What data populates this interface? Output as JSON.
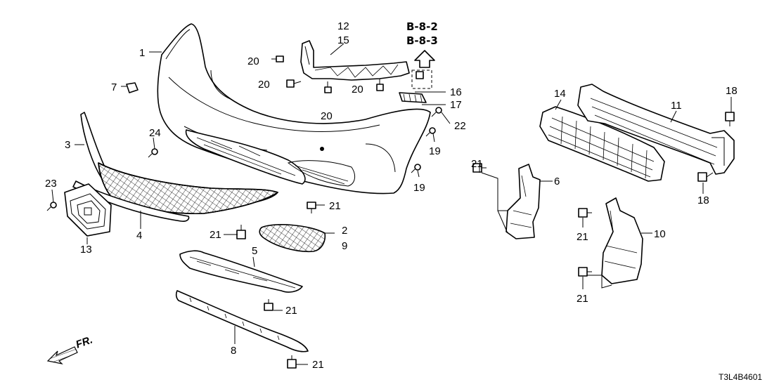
{
  "diagram_code": "T3L4B4601",
  "reference": {
    "line1": "B-8-2",
    "line2": "B-8-3"
  },
  "direction_label": "FR.",
  "callouts": {
    "c1": "1",
    "c2": "2",
    "c3": "3",
    "c4": "4",
    "c5": "5",
    "c6": "6",
    "c7": "7",
    "c8": "8",
    "c9": "9",
    "c10": "10",
    "c11": "11",
    "c12": "12",
    "c13": "13",
    "c14": "14",
    "c15": "15",
    "c16": "16",
    "c17": "17",
    "c18a": "18",
    "c18b": "18",
    "c19a": "19",
    "c19b": "19",
    "c20a": "20",
    "c20b": "20",
    "c20c": "20",
    "c20d": "20",
    "c21a": "21",
    "c21b": "21",
    "c21c": "21",
    "c21d": "21",
    "c21e": "21",
    "c21f": "21",
    "c21g": "21",
    "c22": "22",
    "c23": "23",
    "c24": "24"
  }
}
